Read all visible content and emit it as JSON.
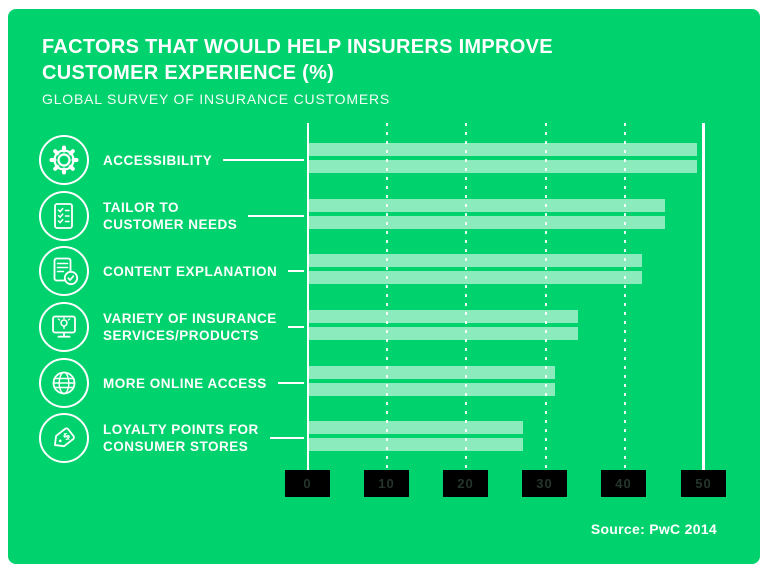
{
  "header": {
    "title_line1": "FACTORS THAT WOULD HELP INSURERS IMPROVE",
    "title_line2": "CUSTOMER EXPERIENCE (%)",
    "subtitle": "GLOBAL SURVEY OF INSURANCE CUSTOMERS"
  },
  "footer": {
    "source": "Source: PwC 2014"
  },
  "colors": {
    "background_green": "#00d26d",
    "bar_mint": "#8febbe",
    "text_white": "#ffffff",
    "tick_box_black": "#000000",
    "tick_digit_dark": "#24352c"
  },
  "chart_data": {
    "type": "bar",
    "orientation": "horizontal",
    "title": "FACTORS THAT WOULD HELP INSURERS IMPROVE CUSTOMER EXPERIENCE (%)",
    "subtitle": "GLOBAL SURVEY OF INSURANCE CUSTOMERS",
    "source": "Source: PwC 2014",
    "categories": [
      "ACCESSIBILITY",
      "TAILOR TO CUSTOMER NEEDS",
      "CONTENT EXPLANATION",
      "VARIETY OF INSURANCE SERVICES/PRODUCTS",
      "MORE ONLINE ACCESS",
      "LOYALTY POINTS FOR CONSUMER STORES"
    ],
    "label_lines": [
      [
        "ACCESSIBILITY"
      ],
      [
        "TAILOR TO",
        "CUSTOMER NEEDS"
      ],
      [
        "CONTENT EXPLANATION"
      ],
      [
        "VARIETY OF INSURANCE",
        "SERVICES/PRODUCTS"
      ],
      [
        "MORE ONLINE ACCESS"
      ],
      [
        "LOYALTY POINTS FOR",
        "CONSUMER STORES"
      ]
    ],
    "icons": [
      "gear-icon",
      "checklist-document-icon",
      "document-check-badge-icon",
      "monitor-lightbulb-icon",
      "globe-icon",
      "price-tag-dollar-icon"
    ],
    "values": [
      49,
      45,
      42,
      34,
      31,
      27
    ],
    "bars_per_category": 2,
    "x_ticks": [
      "0",
      "10",
      "20",
      "30",
      "40",
      "50"
    ],
    "xlim": [
      0,
      50
    ],
    "grid": "vertical, dotted at 10-40, solid at 0 and 50",
    "legend": "none"
  }
}
